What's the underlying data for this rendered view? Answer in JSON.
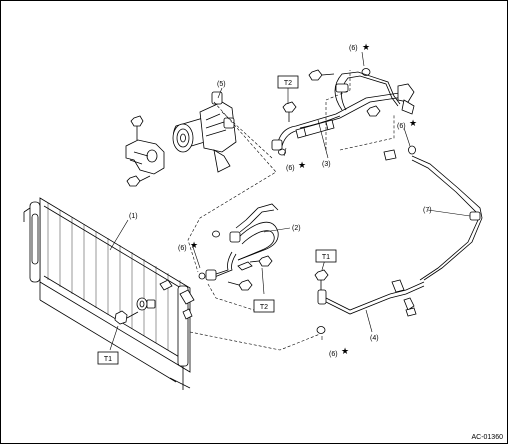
{
  "figure": {
    "id_label": "AC-01360"
  },
  "callouts": {
    "c1": "(1)",
    "c2": "(2)",
    "c3": "(3)",
    "c4": "(4)",
    "c5": "(5)",
    "c6_top": "(6)",
    "c6_right": "(6)",
    "c6_mid": "(6)",
    "c6_left": "(6)",
    "c6_bottom": "(6)",
    "c7": "(7)"
  },
  "torque_boxes": {
    "t2_top": "T2",
    "t2_bottom": "T2",
    "t1_right": "T1",
    "t1_left": "T1"
  },
  "star_symbol": "★",
  "icon_names": {
    "star": "star-icon",
    "bolt": "bolt-icon",
    "o_ring": "o-ring-icon"
  }
}
